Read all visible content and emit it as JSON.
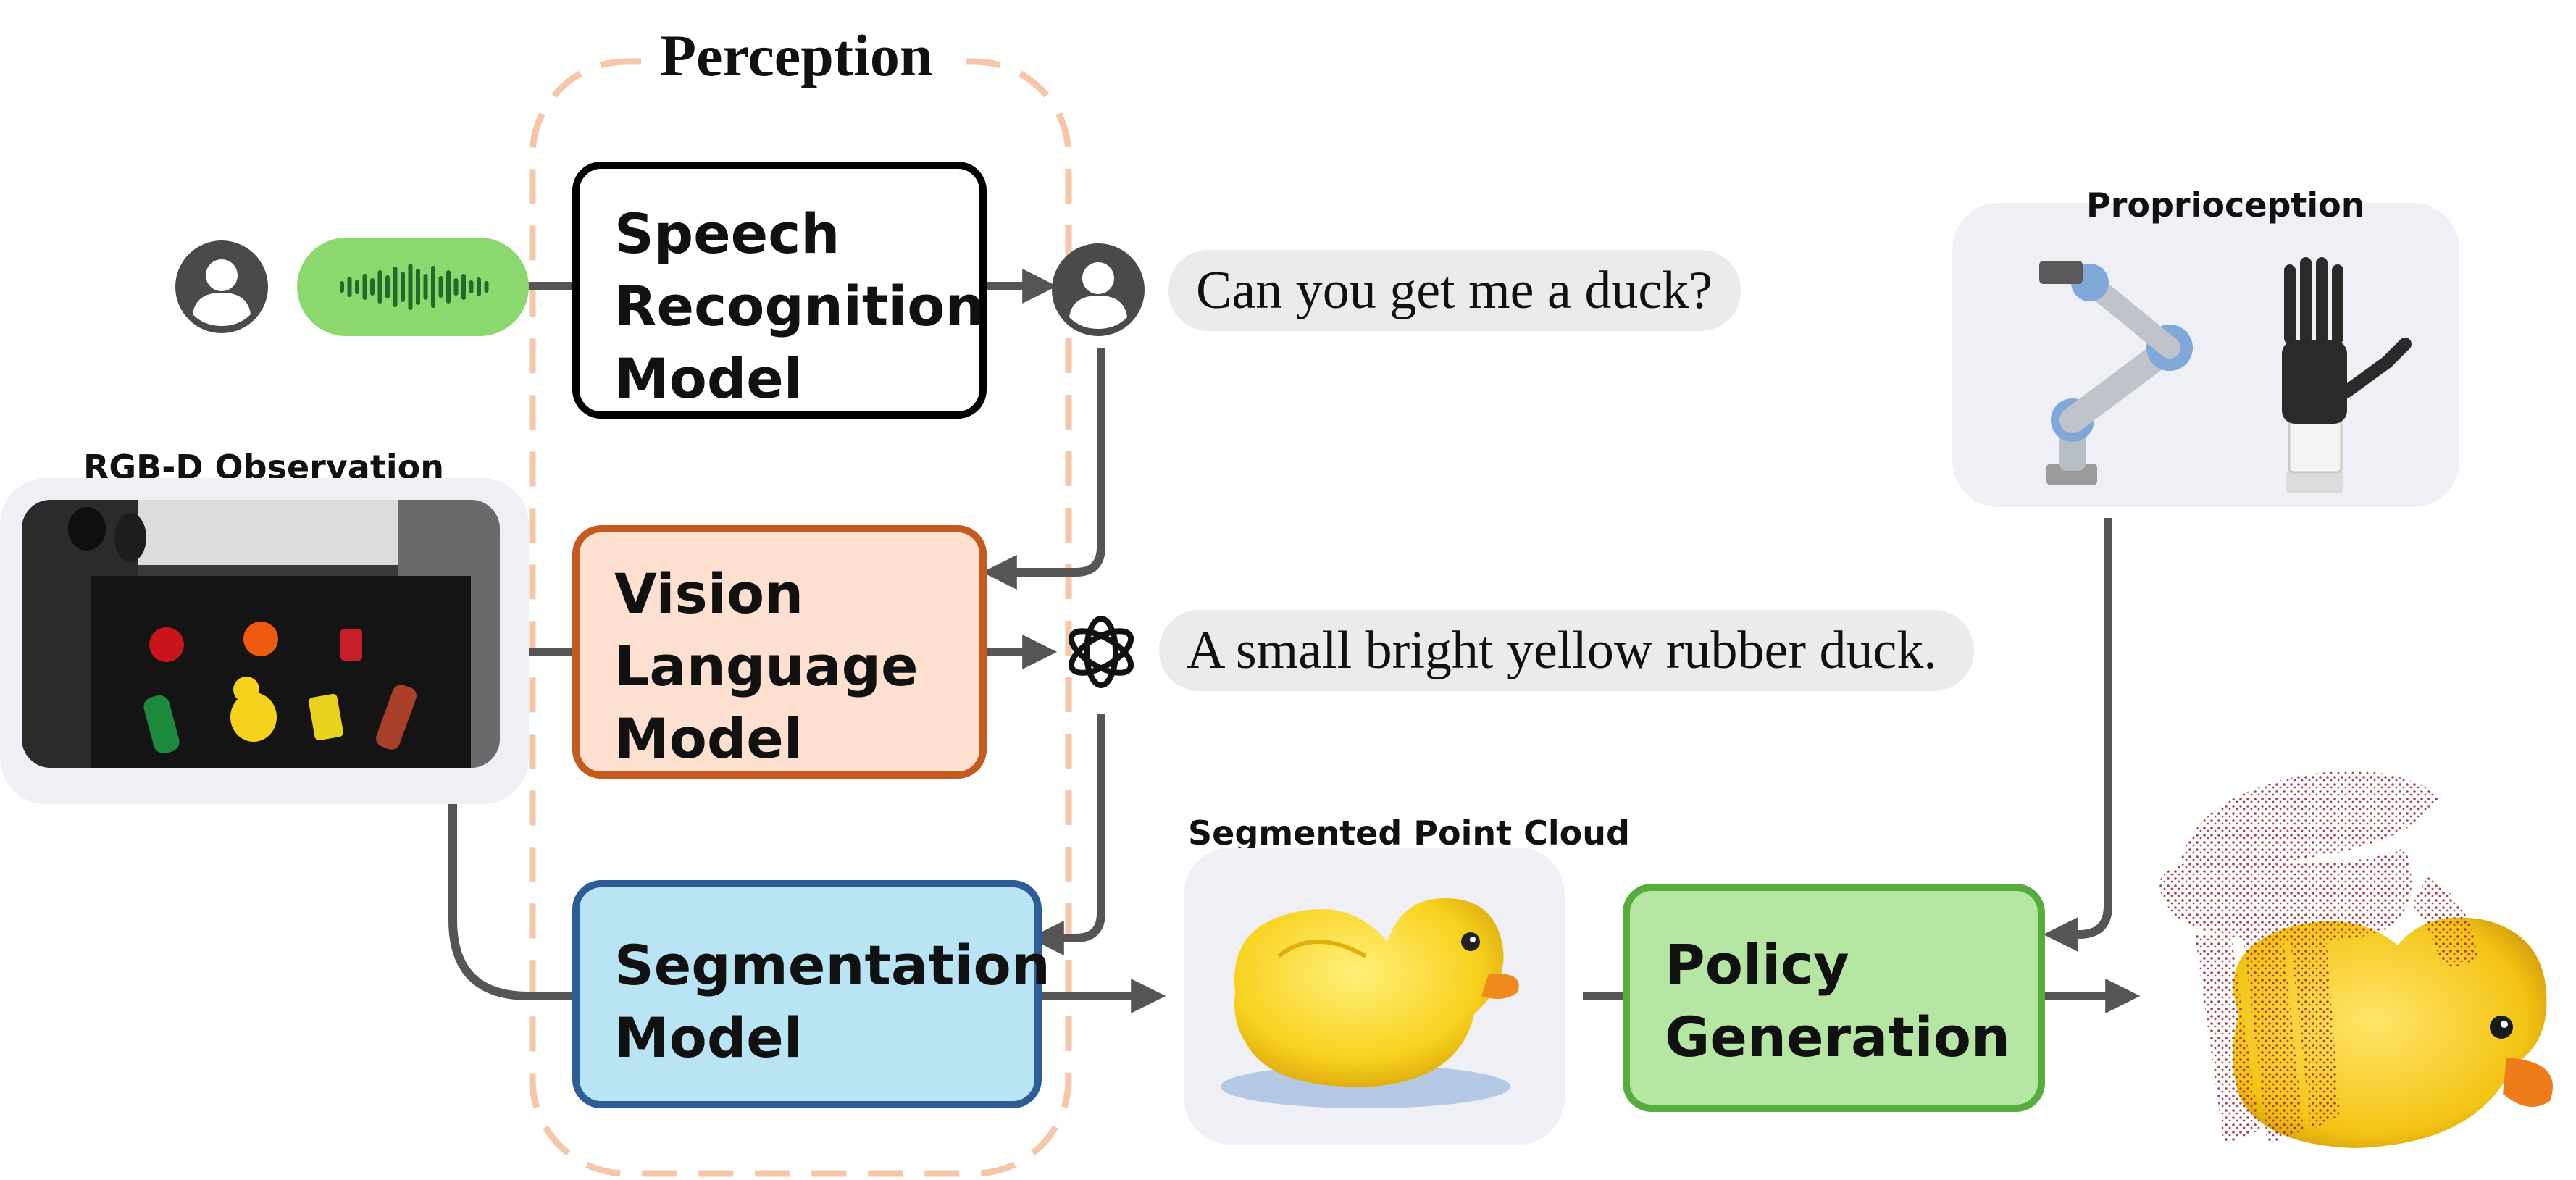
{
  "perception": {
    "title": "Perception"
  },
  "boxes": {
    "speech": {
      "lines": [
        "Speech",
        "Recognition",
        "Model"
      ],
      "border": "#000000",
      "fill": "#ffffff"
    },
    "vlm": {
      "lines": [
        "Vision",
        "Language",
        "Model"
      ],
      "border": "#c55a1e",
      "fill": "#fde0d0"
    },
    "segmentation": {
      "lines": [
        "Segmentation",
        "Model"
      ],
      "border": "#2e5c94",
      "fill": "#b8e4f4"
    },
    "policy": {
      "lines": [
        "Policy",
        "Generation"
      ],
      "border": "#56ac3c",
      "fill": "#b5e6a4"
    }
  },
  "bubbles": {
    "question": "Can you get me a duck?",
    "description": "A small bright yellow rubber duck."
  },
  "captions": {
    "observation": "RGB-D Observation",
    "point_cloud": "Segmented Point Cloud",
    "proprioception": "Proprioception"
  },
  "colors": {
    "arrow": "#555555",
    "perception_dash": "#f6c6a8",
    "voice_pill": "#8ad86e",
    "waveform": "#1f6b2a",
    "user_icon": "#4a4a4a",
    "duck_yellow": "#f7d21e",
    "duck_beak": "#f08a1c",
    "hand_points": "#a8323a",
    "panel_bg": "#eef0f6"
  },
  "icons": {
    "speaker": "user-icon",
    "voice": "waveform-icon",
    "listener": "user-icon",
    "llm": "openai-logo-icon"
  }
}
